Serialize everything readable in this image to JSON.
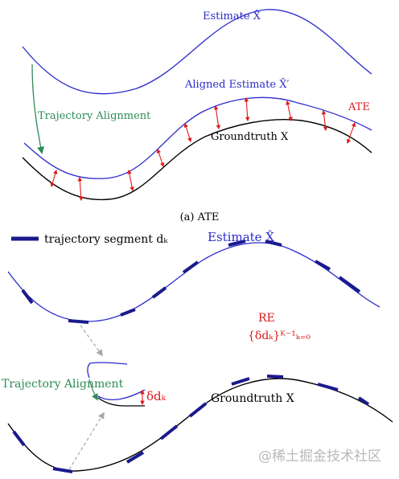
{
  "panel_a": {
    "estimate_label": "Estimate X̂",
    "aligned_estimate_label": "Aligned Estimate X̂′",
    "groundtruth_label": "Groundtruth X",
    "trajectory_alignment_label": "Trajectory Alignment",
    "error_label": "ATE",
    "caption": "(a) ATE"
  },
  "panel_b": {
    "legend_label": "trajectory segment dₖ",
    "estimate_label": "Estimate X̂",
    "re_label": "RE",
    "re_set_label": "{δdₖ}ᴷ⁻¹ₖ₌₀",
    "trajectory_alignment_label": "Trajectory Alignment",
    "segment_error_label": "δdₖ",
    "groundtruth_label": "Groundtruth X"
  },
  "colors": {
    "estimate": "#2b2bcc",
    "groundtruth": "#000000",
    "alignment_arrow": "#2e8b57",
    "error": "#dd1a1a",
    "segment": "#1a1a8c",
    "dashed_arrow": "#a8a8a8"
  },
  "watermark": "@稀土掘金技术社区"
}
